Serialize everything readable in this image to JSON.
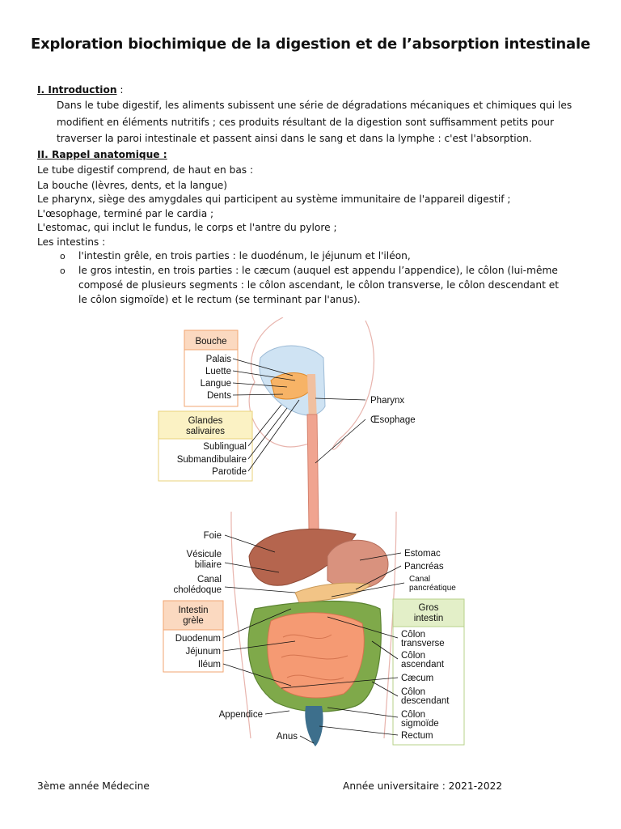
{
  "title": "Exploration biochimique de la digestion et de l’absorption intestinale",
  "intro": {
    "heading": "I. Introduction",
    "colon": " :",
    "lines": [
      "Dans le tube digestif, les aliments subissent une série de dégradations mécaniques et chimiques qui les",
      "modifient en éléments nutritifs ; ces produits résultant de la digestion sont suffisamment petits pour",
      "traverser la paroi intestinale et passent ainsi dans le sang et dans la lymphe : c'est l'absorption."
    ]
  },
  "rappel": {
    "heading": "II. Rappel anatomique :",
    "lines": [
      "Le tube digestif comprend, de haut en bas :",
      "La bouche (lèvres, dents, et la langue)",
      "Le pharynx, siège des amygdales qui participent au système immunitaire de l'appareil digestif ;",
      "L'œsophage, terminé par le cardia ;",
      "L'estomac, qui inclut le fundus, le corps et l'antre du pylore ;",
      "Les intestins :"
    ],
    "bullet_symbol": "o",
    "bullets": [
      "l'intestin grêle, en trois parties : le duodénum, le jéjunum et l'iléon,",
      "le gros intestin, en trois parties : le cæcum (auquel est appendu l’appendice), le côlon (lui-même",
      "composé de plusieurs segments : le côlon ascendant, le côlon transverse, le côlon descendant et",
      "le côlon sigmoïde) et le rectum (se terminant par l'anus)."
    ]
  },
  "figure": {
    "bouche": {
      "title": "Bouche",
      "items": [
        "Palais",
        "Luette",
        "Langue",
        "Dents"
      ]
    },
    "glandes": {
      "title1": "Glandes",
      "title2": "salivaires",
      "items": [
        "Sublingual",
        "Submandibulaire",
        "Parotide"
      ]
    },
    "pharynx": "Pharynx",
    "oesophage": "Œsophage",
    "foie": "Foie",
    "vesicule1": "Vésicule",
    "vesicule2": "biliaire",
    "canal1": "Canal",
    "canal2": "cholédoque",
    "estomac": "Estomac",
    "pancreas": "Pancréas",
    "canalp1": "Canal",
    "canalp2": "pancréatique",
    "grele": {
      "title1": "Intestin",
      "title2": "grèle",
      "items": [
        "Duodenum",
        "Jéjunum",
        "Iléum"
      ]
    },
    "gros": {
      "title1": "Gros",
      "title2": "intestin",
      "colon_transverse1": "Côlon",
      "colon_transverse2": "transverse",
      "colon_ascendant1": "Côlon",
      "colon_ascendant2": "ascendant",
      "caecum": "Cæcum",
      "colon_descendant1": "Côlon",
      "colon_descendant2": "descendant",
      "colon_sigmoide1": "Côlon",
      "colon_sigmoide2": "sigmoïde",
      "rectum": "Rectum"
    },
    "appendice": "Appendice",
    "anus": "Anus",
    "colors": {
      "orange_box": "#fbd9c0",
      "orange_border": "#f2a571",
      "yellow_box": "#fbf2c4",
      "yellow_border": "#ead27a",
      "green_box": "#e3efc8",
      "green_border": "#b7d28a",
      "liver": "#b5654e",
      "stomach": "#d9927e",
      "small_intestine": "#f59a73",
      "large_intestine": "#7fa94a",
      "esophagus": "#f0a490",
      "rectum": "#3d6f8c"
    }
  },
  "footer": {
    "left": "3ème année Médecine",
    "right": "Année universitaire : 2021-2022"
  }
}
